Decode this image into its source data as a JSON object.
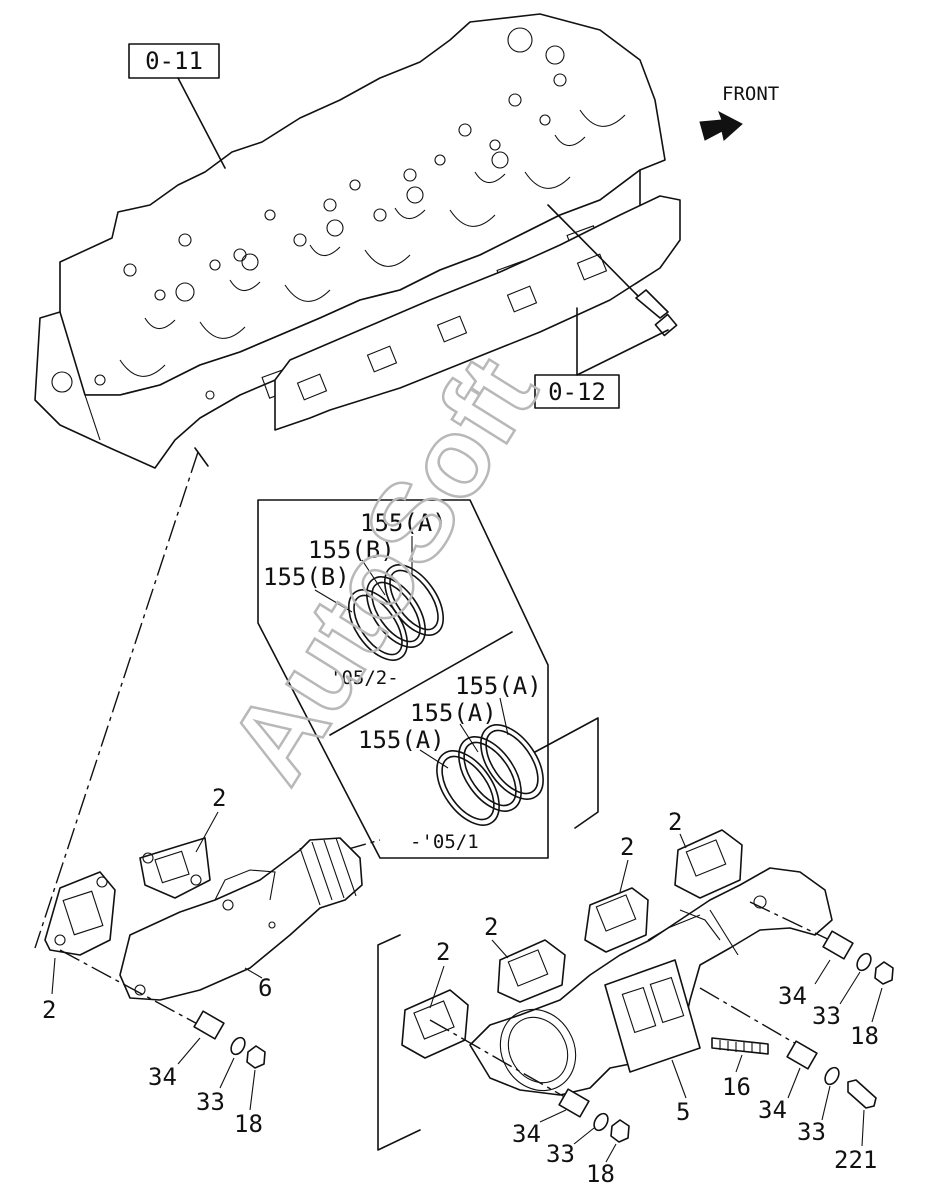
{
  "references": {
    "head_ref": "0-11",
    "gasket_ref": "0-12"
  },
  "orientation": {
    "front_label": "FRONT"
  },
  "detail_box": {
    "upper_rings": [
      "155(A)",
      "155(B)",
      "155(B)"
    ],
    "upper_date": "'05/2-",
    "lower_rings": [
      "155(A)",
      "155(A)",
      "155(A)"
    ],
    "lower_date": "-'05/1"
  },
  "front_manifold": {
    "gasket_labels": [
      "2",
      "2"
    ],
    "manifold_label": "6",
    "hardware": [
      "34",
      "33",
      "18"
    ]
  },
  "rear_manifold": {
    "gasket_labels": [
      "2",
      "2",
      "2",
      "2"
    ],
    "manifold_label": "5",
    "stud_label": "16",
    "hardware_center": [
      "34",
      "33",
      "18"
    ],
    "hardware_right_upper": [
      "34",
      "33",
      "18"
    ],
    "hardware_right_lower": [
      "34",
      "33",
      "221"
    ]
  },
  "watermark": {
    "text": "AutoSoft"
  }
}
